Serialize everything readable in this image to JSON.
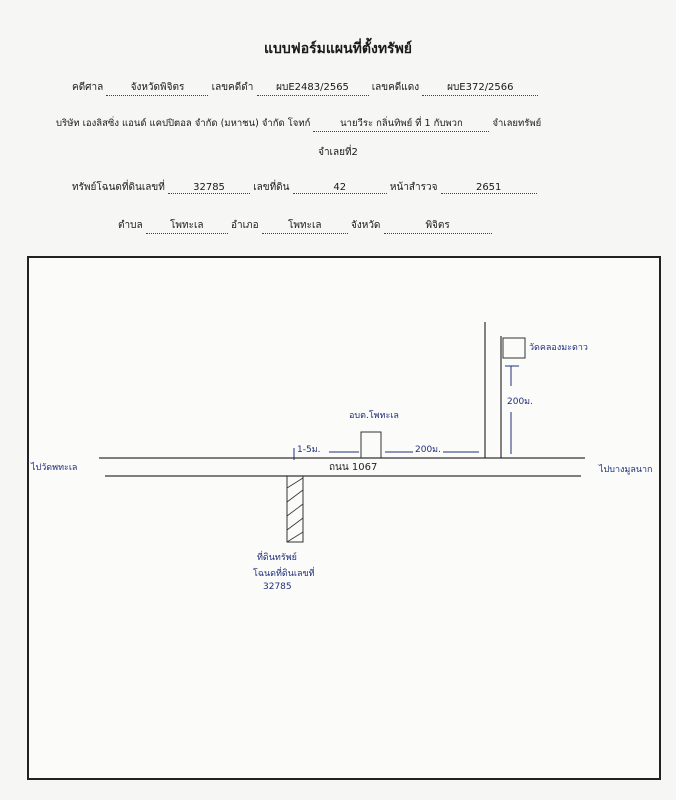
{
  "form": {
    "title": "แบบฟอร์มแผนที่ตั้งทรัพย์",
    "court_label": "คดีศาล",
    "court_value": "จังหวัดพิจิตร",
    "black_case_label": "เลขคดีดำ",
    "black_case_value": "ผบE2483/2565",
    "red_case_label": "เลขคดีแดง",
    "red_case_value": "ผบE372/2566",
    "plaintiff_text": "บริษัท เองลิสซิ่ง แอนด์ แคปปิตอล จำกัด (มหาชน) จำกัด",
    "defendant_label": "โจทก์",
    "defendant_value": "นายวีระ กลิ่นทิพย์ ที่ 1 กับพวก",
    "asset_no_label": "จำเลยทรัพย์",
    "asset_no_line2": "จำเลยที่2",
    "deed_label": "ทรัพย์โฉนดที่ดินเลขที่",
    "deed_value": "32785",
    "land_no_label": "เลขที่ดิน",
    "land_no_value": "42",
    "survey_label": "หน้าสำรวจ",
    "survey_value": "2651",
    "subdistrict_label": "ตำบล",
    "subdistrict_value": "โพทะเล",
    "district_label": "อำเภอ",
    "district_value": "โพทะเล",
    "province_label": "จังหวัด",
    "province_value": "พิจิตร"
  },
  "map": {
    "left_label": "ไปวัดพทะเล",
    "right_label": "ไปบางมูลนาก",
    "road_label": "ถนน 1067",
    "office_label": "อบต.โพทะเล",
    "dist_left": "1-5ม.",
    "dist_mid": "200ม.",
    "dist_vertical": "200ม.",
    "canal_label": "วัดคลองมะดาว",
    "plot_label_1": "ที่ดินทรัพย์",
    "plot_label_2": "โฉนดที่ดินเลขที่",
    "plot_label_3": "32785"
  },
  "colors": {
    "ink": "#1f2f7a",
    "line": "#222222"
  }
}
